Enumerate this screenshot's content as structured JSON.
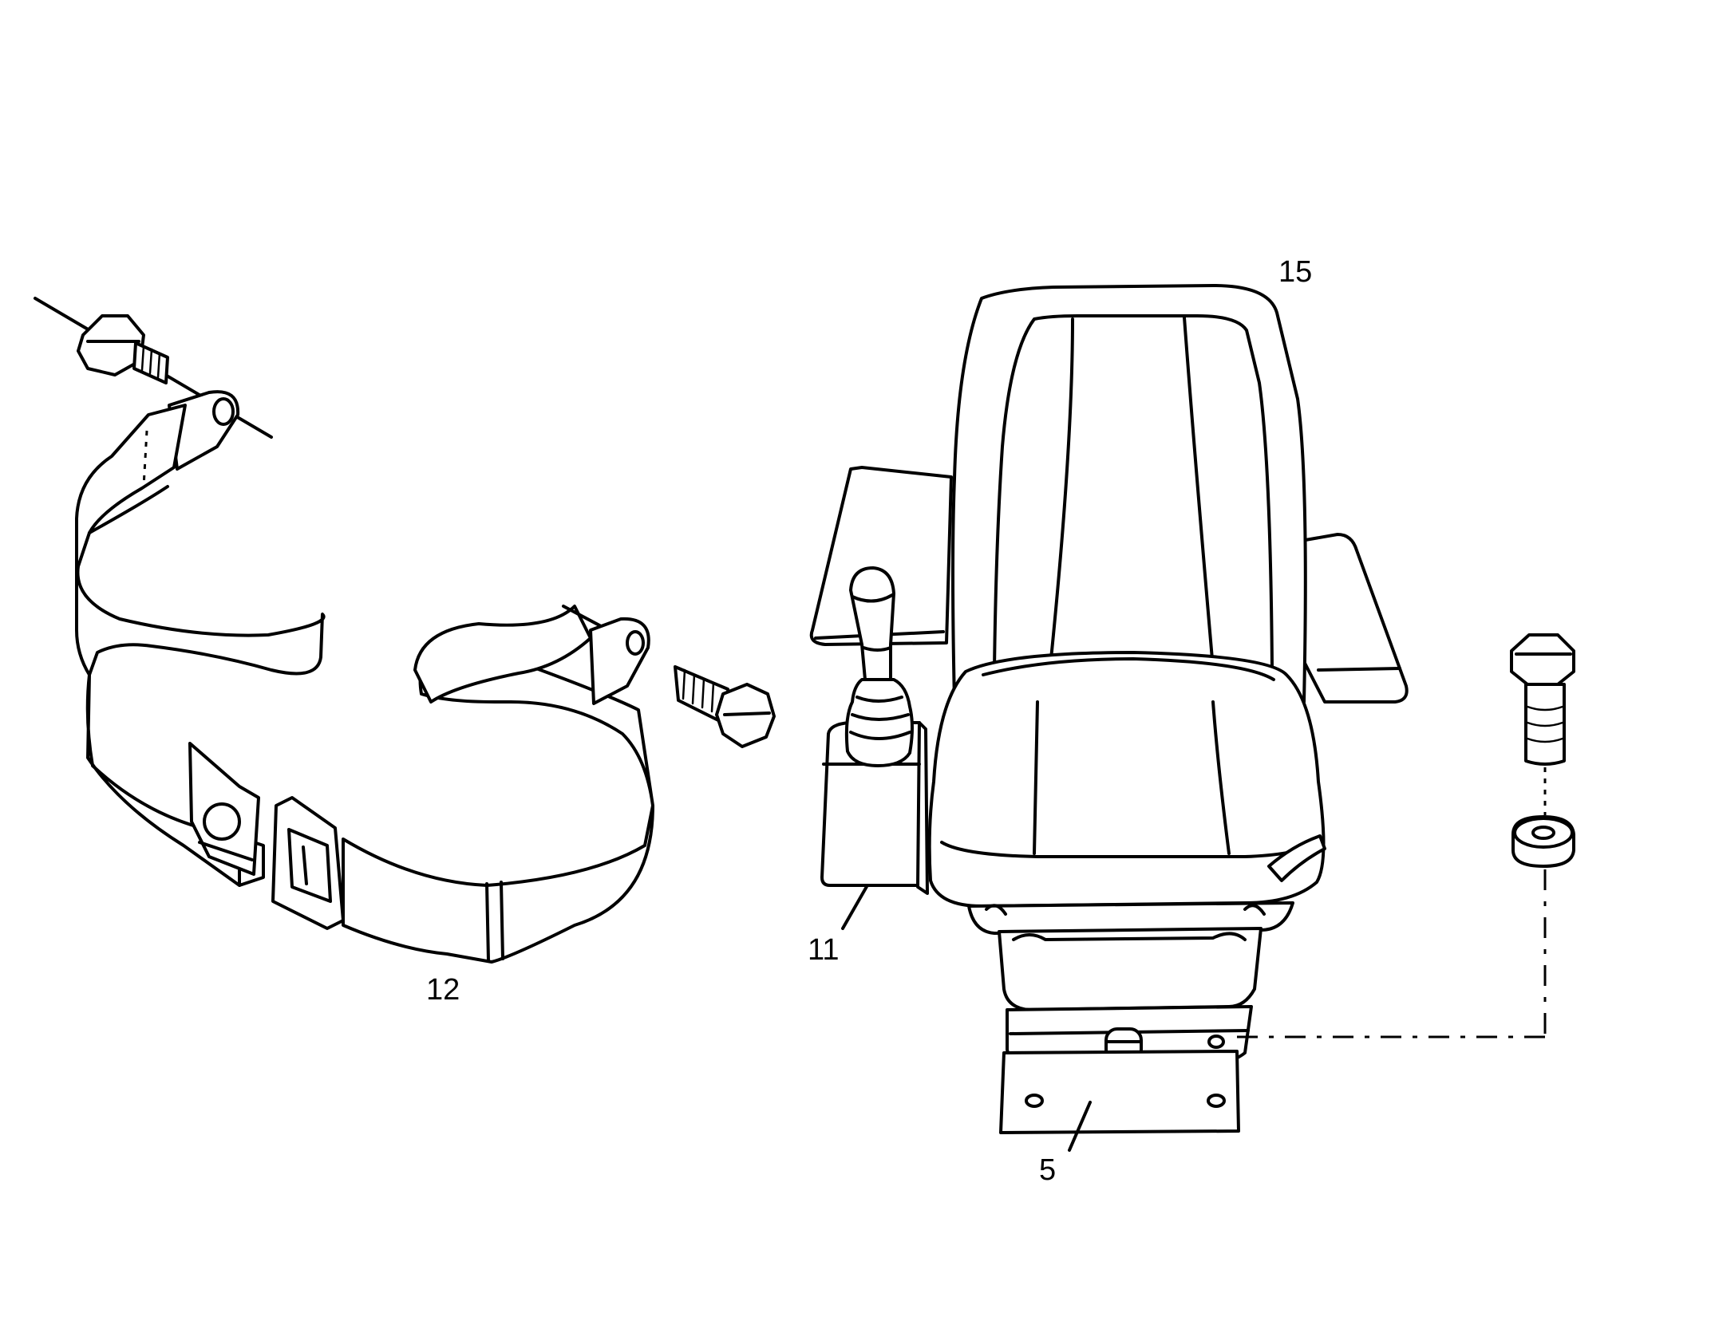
{
  "callouts": {
    "seat": "15",
    "seat_belt": "12",
    "joystick_console": "11",
    "seat_base": "5"
  }
}
